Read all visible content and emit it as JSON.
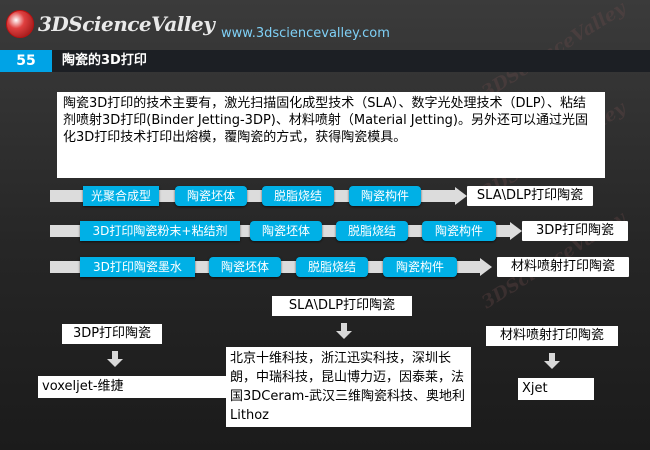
{
  "header": {
    "logo_text": "3DScienceValley",
    "url": "www.3dsciencevalley.com",
    "watermark": "3DScienceValley"
  },
  "titlebar": {
    "number": "55",
    "title": "陶瓷的3D打印"
  },
  "intro": "陶瓷3D打印的技术主要有，激光扫描固化成型技术（SLA）、数字光处理技术（DLP）、粘结剂喷射3D打印(Binder Jetting-3DP)、材料喷射（Material Jetting)。另外还可以通过光固化3D打印技术打印出熔模，覆陶瓷的方式，获得陶瓷模具。",
  "flows": [
    {
      "steps": [
        "光聚合成型",
        "陶瓷坯体",
        "脱脂烧结",
        "陶瓷构件"
      ],
      "result": "SLA\\DLP打印陶瓷"
    },
    {
      "steps": [
        "3D打印陶瓷粉末+粘结剂",
        "陶瓷坯体",
        "脱脂烧结",
        "陶瓷构件"
      ],
      "result": "3DP打印陶瓷"
    },
    {
      "steps": [
        "3D打印陶瓷墨水",
        "陶瓷坯体",
        "脱脂烧结",
        "陶瓷构件"
      ],
      "result": "材料喷射打印陶瓷"
    }
  ],
  "columns": [
    {
      "label": "3DP打印陶瓷",
      "value": "voxeljet-维捷"
    },
    {
      "label": "SLA\\DLP打印陶瓷",
      "value": "北京十维科技，浙江迅实科技，深圳长朗，中瑞科技，昆山博力迈，因泰莱，法国3DCeram-武汉三维陶瓷科技、奥地利Lithoz"
    },
    {
      "label": "材料喷射打印陶瓷",
      "value": "Xjet"
    }
  ]
}
